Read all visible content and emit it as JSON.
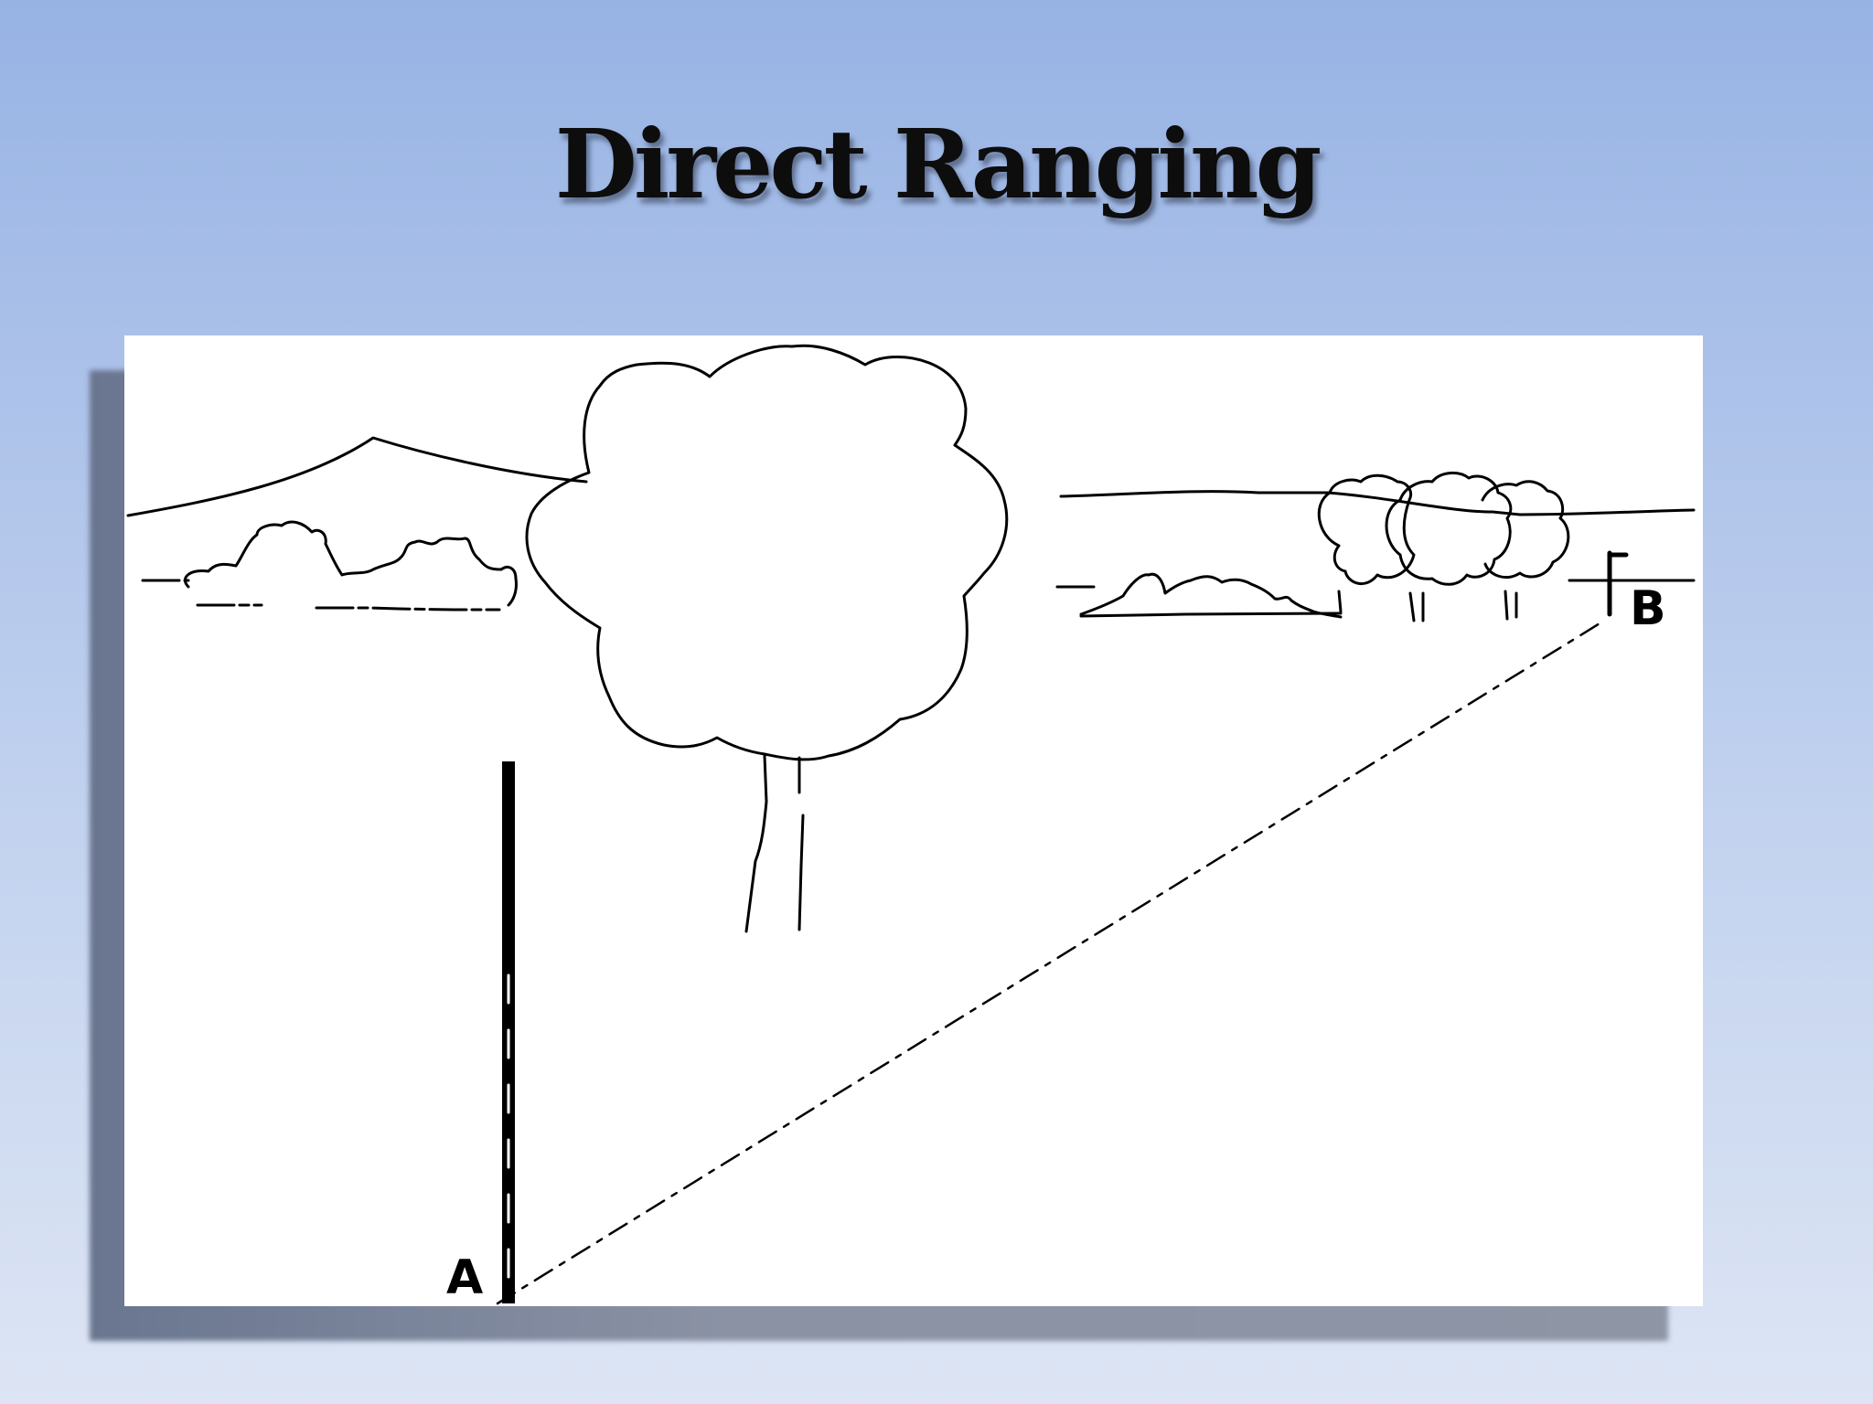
{
  "slide": {
    "title": "Direct Ranging"
  },
  "illustration": {
    "point_a_label": "A",
    "point_b_label": "B"
  },
  "colors": {
    "background_top": "#97b3e4",
    "background_bottom": "#dde5f4",
    "ink": "#000000",
    "picture_background": "#ffffff"
  }
}
